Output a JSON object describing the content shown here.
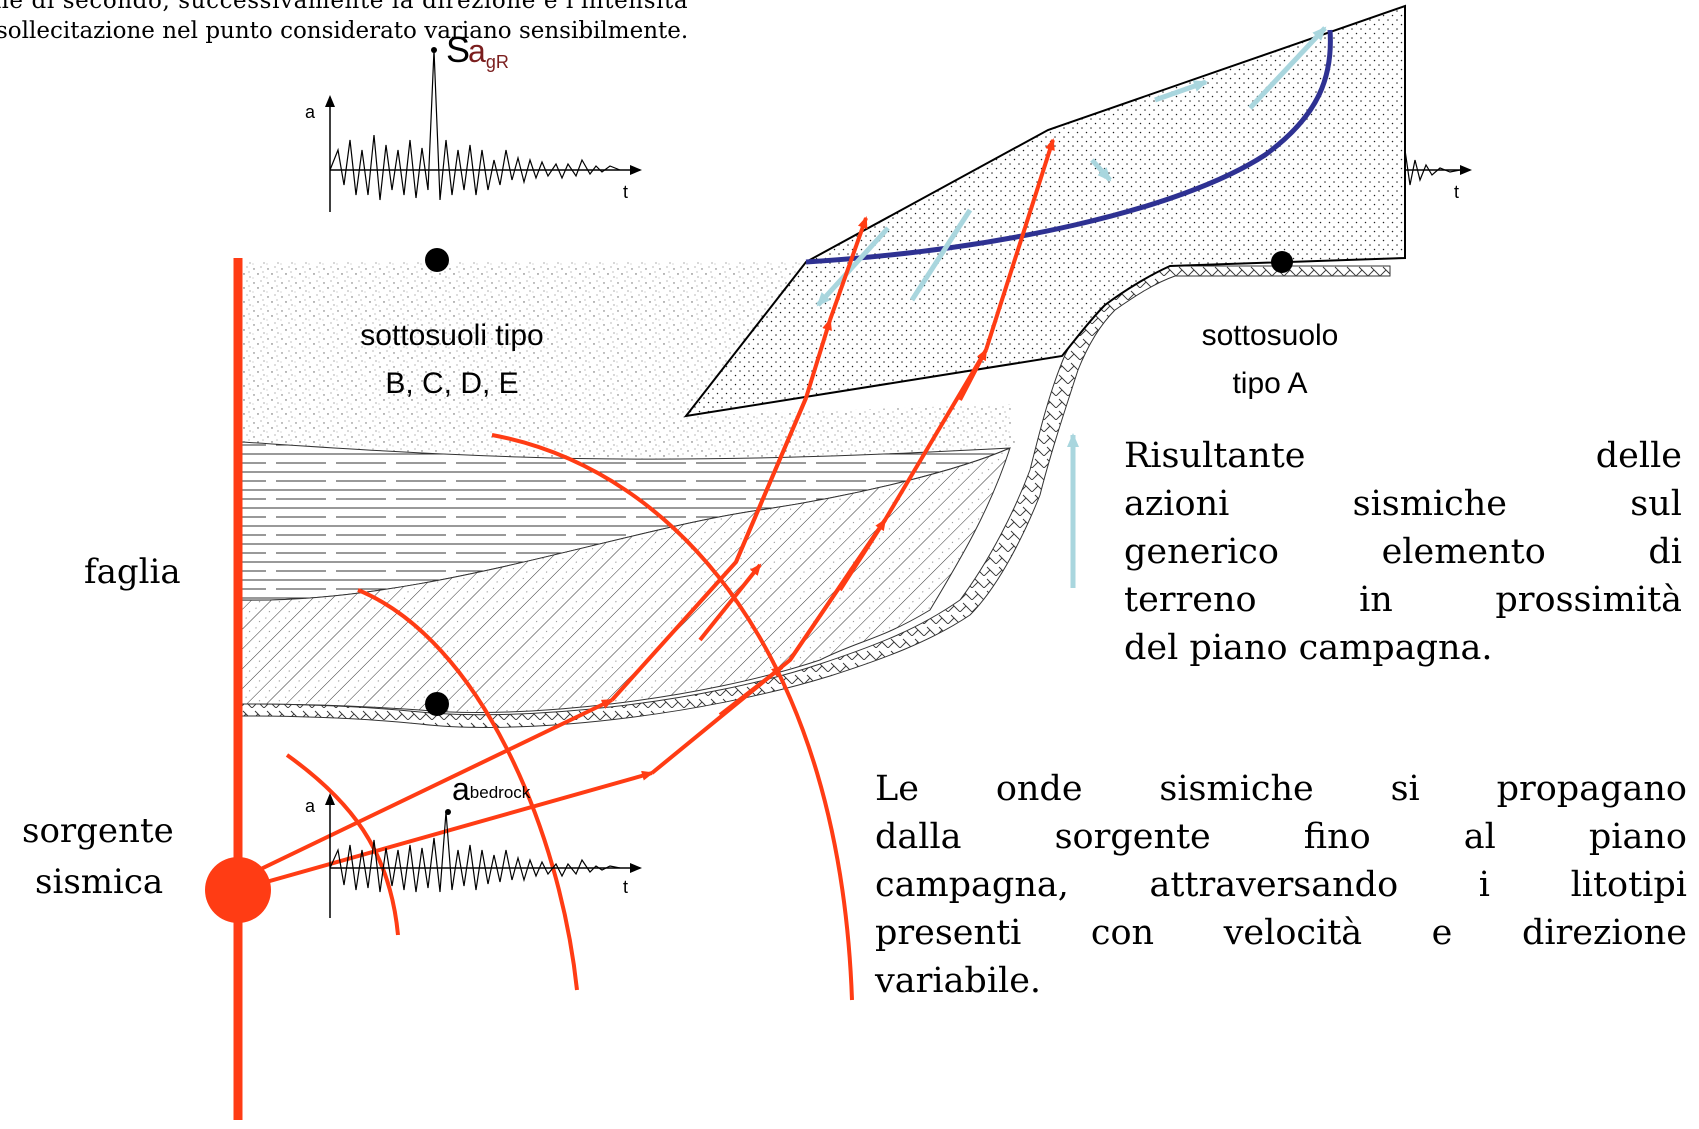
{
  "intro": {
    "line1": "ne di secondo, successivamente la direzione e l'intensità",
    "line2": "sollecitazione nel punto considerato variano sensibilmente."
  },
  "labels": {
    "surface_accel_s": "S",
    "surface_accel_a": "a",
    "surface_accel_sub": "gR",
    "bedrock_accel_a": "a",
    "bedrock_accel_sub": "bedrock",
    "axis_a": "a",
    "axis_t": "t",
    "soil_bcde_line1": "sottosuoli tipo",
    "soil_bcde_line2": "B, C, D, E",
    "soil_a_line1": "sottosuolo",
    "soil_a_line2": "tipo A",
    "fault": "faglia",
    "source_line1": "sorgente",
    "source_line2": "sismica"
  },
  "legend": {
    "resultant_text": "Risultante delle azioni sismiche sul generico elemento di terreno in prossimità del piano campagna.",
    "resultant_lines": [
      "Risultante delle",
      "azioni sismiche sul",
      "generico elemento di",
      "terreno in prossimità",
      "del piano campagna."
    ]
  },
  "description": {
    "lines": [
      "Le onde sismiche si propagano",
      "dalla sorgente fino al piano",
      "campagna, attraversando i litotipi",
      "presenti con velocità e direzione",
      "variabile."
    ]
  },
  "colors": {
    "wave": "#ff3c14",
    "slip_surface": "#2e3192",
    "resultant_arrow": "#a9d6de",
    "outline": "#000000"
  }
}
